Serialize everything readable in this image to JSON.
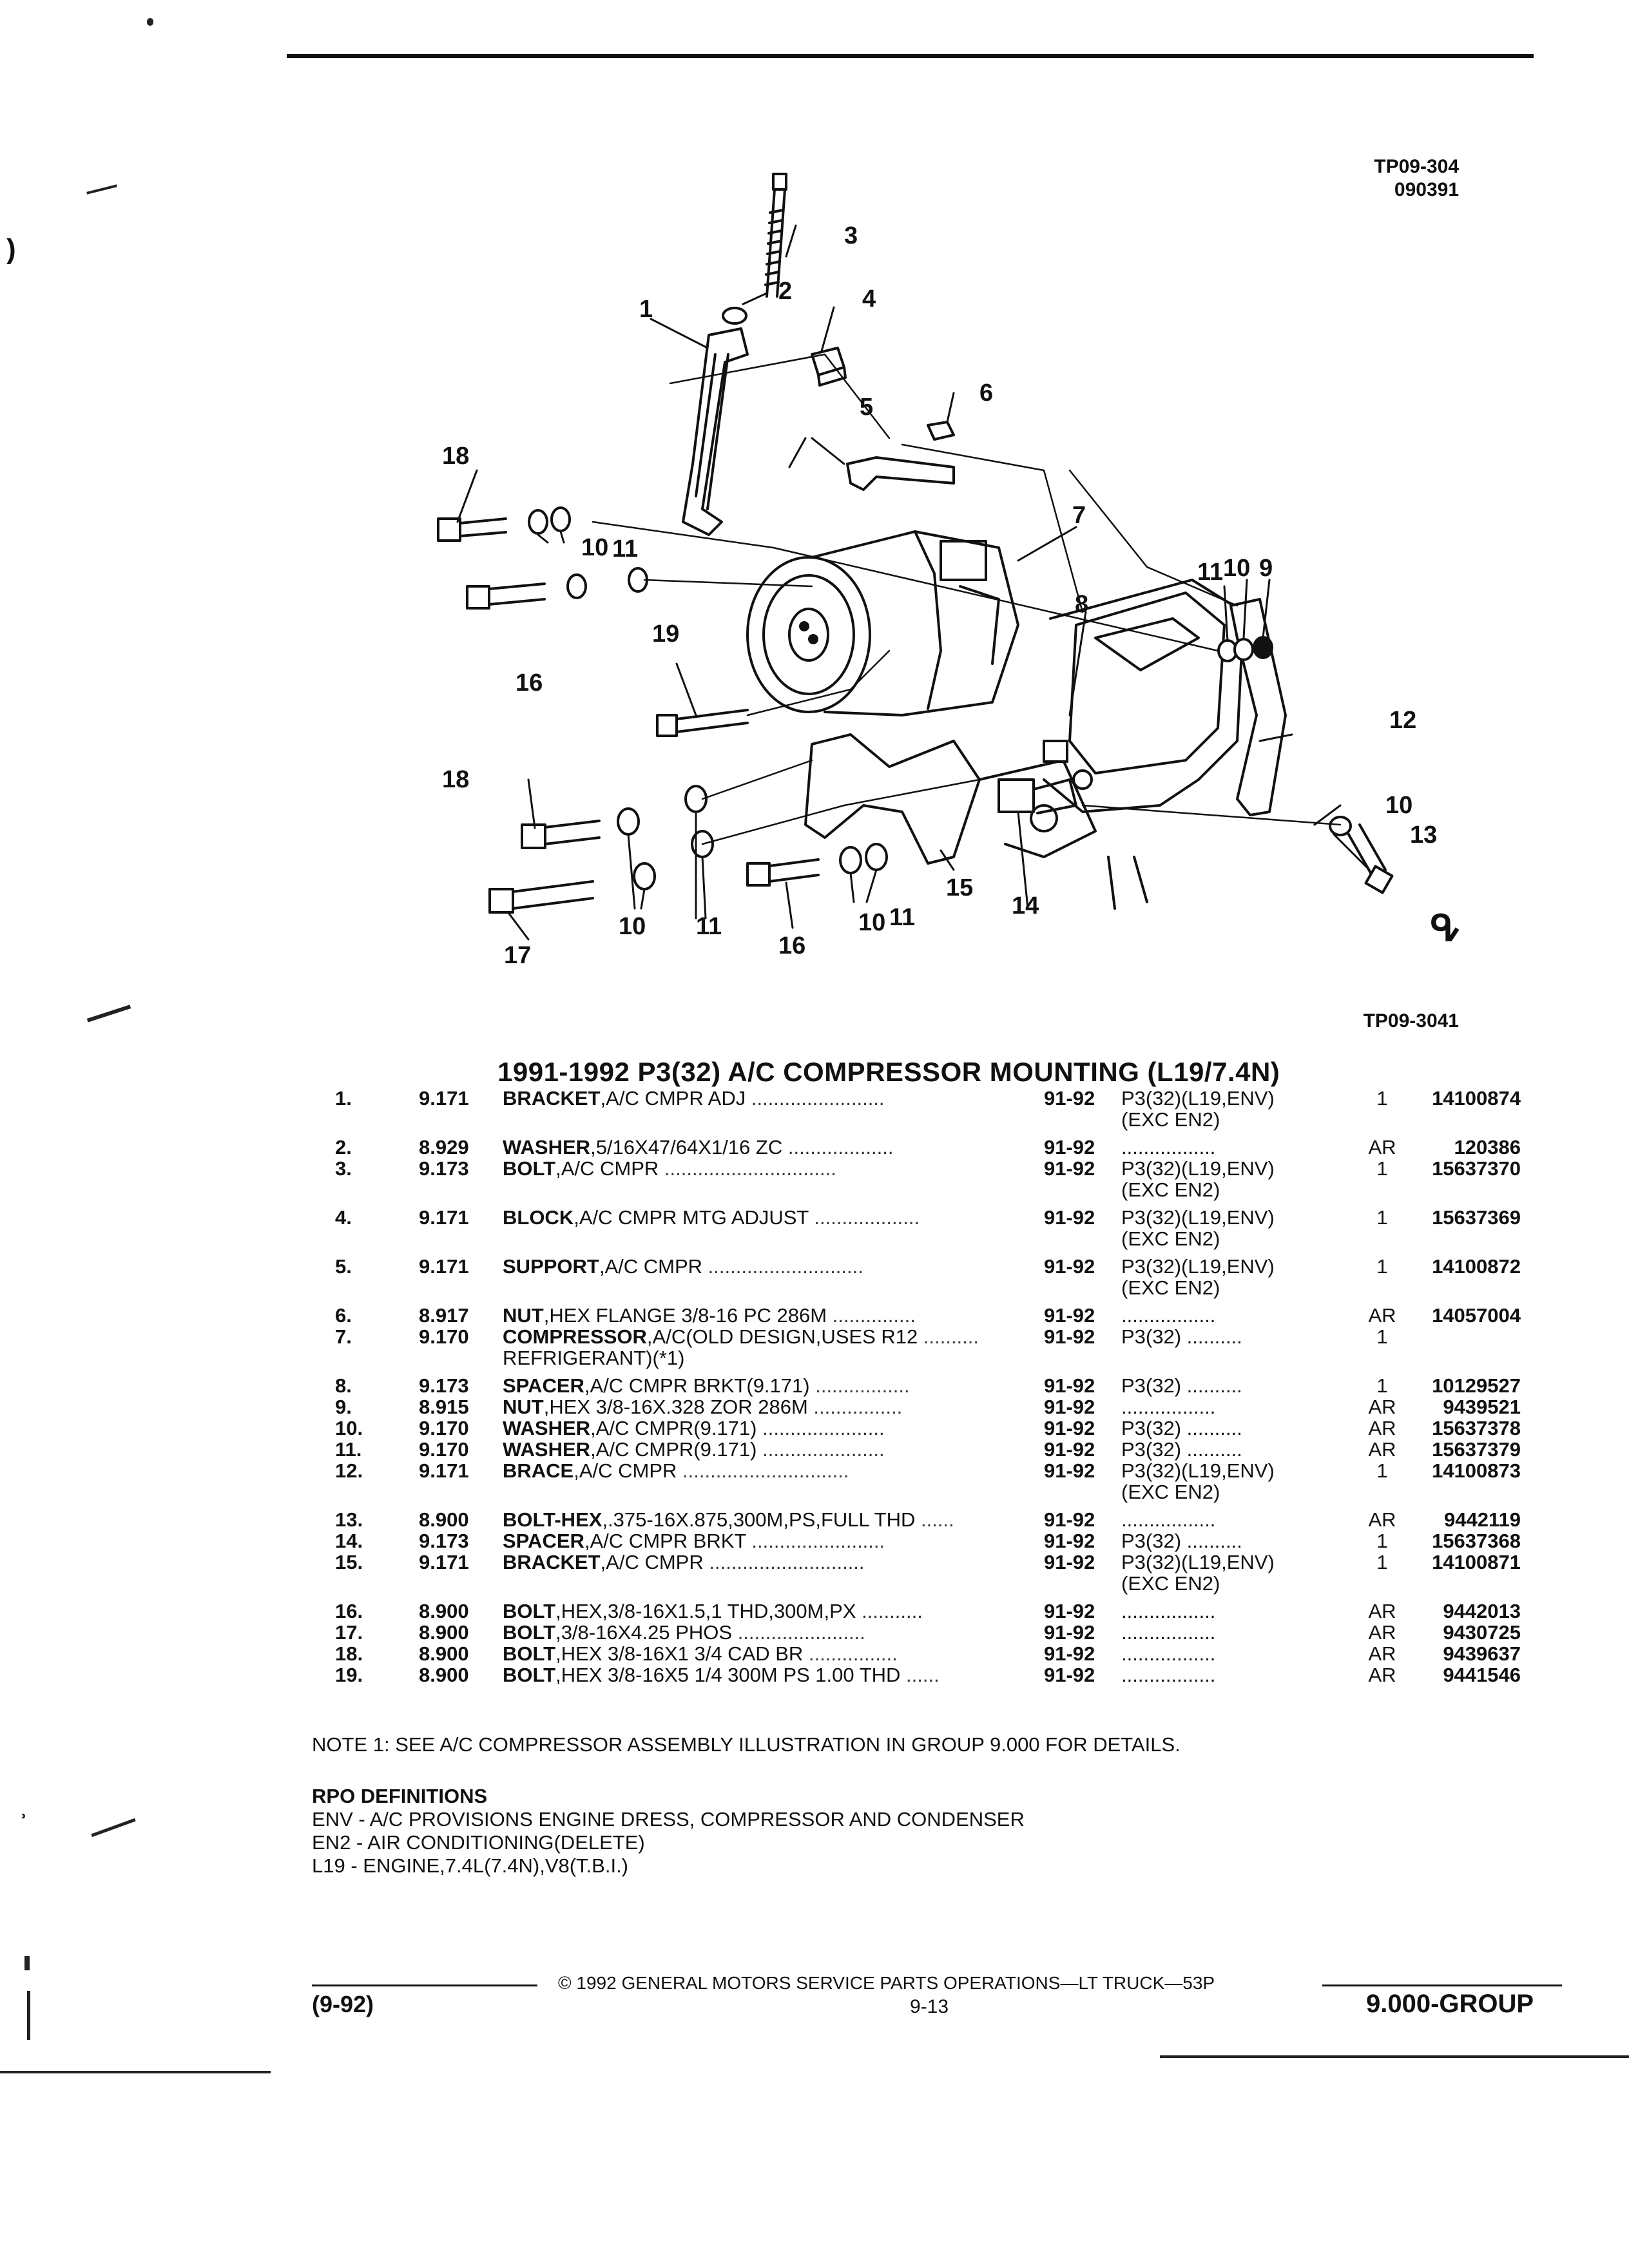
{
  "header": {
    "ref_code_top": "TP09-304",
    "ref_date_top": "090391",
    "ref_code_bottom": "TP09-3041"
  },
  "diagram": {
    "callouts": [
      "1",
      "2",
      "3",
      "4",
      "5",
      "6",
      "7",
      "8",
      "9",
      "10",
      "11",
      "12",
      "13",
      "14",
      "15",
      "16",
      "17",
      "18",
      "19"
    ],
    "corner_mark": "ᕴ"
  },
  "section": {
    "title": "1991-1992 P3(32) A/C COMPRESSOR MOUNTING (L19/7.4N)"
  },
  "parts": [
    {
      "item": "1.",
      "group": "9.171",
      "name": "BRACKET",
      "desc": ",A/C CMPR ADJ",
      "years": "91-92",
      "app": "P3(32)(L19,ENV)",
      "app2": "(EXC EN2)",
      "qty": "1",
      "pn": "14100874"
    },
    {
      "item": "2.",
      "group": "8.929",
      "name": "WASHER",
      "desc": ",5/16X47/64X1/16 ZC",
      "years": "91-92",
      "app": "",
      "app2": "",
      "qty": "AR",
      "pn": "120386"
    },
    {
      "item": "3.",
      "group": "9.173",
      "name": "BOLT",
      "desc": ",A/C CMPR",
      "years": "91-92",
      "app": "P3(32)(L19,ENV)",
      "app2": "(EXC EN2)",
      "qty": "1",
      "pn": "15637370"
    },
    {
      "item": "4.",
      "group": "9.171",
      "name": "BLOCK",
      "desc": ",A/C CMPR MTG ADJUST",
      "years": "91-92",
      "app": "P3(32)(L19,ENV)",
      "app2": "(EXC EN2)",
      "qty": "1",
      "pn": "15637369"
    },
    {
      "item": "5.",
      "group": "9.171",
      "name": "SUPPORT",
      "desc": ",A/C CMPR",
      "years": "91-92",
      "app": "P3(32)(L19,ENV)",
      "app2": "(EXC EN2)",
      "qty": "1",
      "pn": "14100872"
    },
    {
      "item": "6.",
      "group": "8.917",
      "name": "NUT",
      "desc": ",HEX FLANGE 3/8-16 PC 286M",
      "years": "91-92",
      "app": "",
      "app2": "",
      "qty": "AR",
      "pn": "14057004"
    },
    {
      "item": "7.",
      "group": "9.170",
      "name": "COMPRESSOR",
      "desc": ",A/C(OLD DESIGN,USES R12",
      "desc2": "REFRIGERANT)(*1)",
      "years": "91-92",
      "app": "P3(32)",
      "app2": "",
      "qty": "1",
      "pn": ""
    },
    {
      "item": "8.",
      "group": "9.173",
      "name": "SPACER",
      "desc": ",A/C CMPR BRKT(9.171)",
      "years": "91-92",
      "app": "P3(32)",
      "app2": "",
      "qty": "1",
      "pn": "10129527"
    },
    {
      "item": "9.",
      "group": "8.915",
      "name": "NUT",
      "desc": ",HEX 3/8-16X.328 ZOR 286M",
      "years": "91-92",
      "app": "",
      "app2": "",
      "qty": "AR",
      "pn": "9439521"
    },
    {
      "item": "10.",
      "group": "9.170",
      "name": "WASHER",
      "desc": ",A/C CMPR(9.171)",
      "years": "91-92",
      "app": "P3(32)",
      "app2": "",
      "qty": "AR",
      "pn": "15637378"
    },
    {
      "item": "11.",
      "group": "9.170",
      "name": "WASHER",
      "desc": ",A/C CMPR(9.171)",
      "years": "91-92",
      "app": "P3(32)",
      "app2": "",
      "qty": "AR",
      "pn": "15637379"
    },
    {
      "item": "12.",
      "group": "9.171",
      "name": "BRACE",
      "desc": ",A/C CMPR",
      "years": "91-92",
      "app": "P3(32)(L19,ENV)",
      "app2": "(EXC EN2)",
      "qty": "1",
      "pn": "14100873"
    },
    {
      "item": "13.",
      "group": "8.900",
      "name": "BOLT-HEX",
      "desc": ",.375-16X.875,300M,PS,FULL THD",
      "years": "91-92",
      "app": "",
      "app2": "",
      "qty": "AR",
      "pn": "9442119"
    },
    {
      "item": "14.",
      "group": "9.173",
      "name": "SPACER",
      "desc": ",A/C CMPR BRKT",
      "years": "91-92",
      "app": "P3(32)",
      "app2": "",
      "qty": "1",
      "pn": "15637368"
    },
    {
      "item": "15.",
      "group": "9.171",
      "name": "BRACKET",
      "desc": ",A/C CMPR",
      "years": "91-92",
      "app": "P3(32)(L19,ENV)",
      "app2": "(EXC EN2)",
      "qty": "1",
      "pn": "14100871"
    },
    {
      "item": "16.",
      "group": "8.900",
      "name": "BOLT",
      "desc": ",HEX,3/8-16X1.5,1 THD,300M,PX",
      "years": "91-92",
      "app": "",
      "app2": "",
      "qty": "AR",
      "pn": "9442013"
    },
    {
      "item": "17.",
      "group": "8.900",
      "name": "BOLT",
      "desc": ",3/8-16X4.25 PHOS",
      "years": "91-92",
      "app": "",
      "app2": "",
      "qty": "AR",
      "pn": "9430725"
    },
    {
      "item": "18.",
      "group": "8.900",
      "name": "BOLT",
      "desc": ",HEX 3/8-16X1 3/4 CAD BR",
      "years": "91-92",
      "app": "",
      "app2": "",
      "qty": "AR",
      "pn": "9439637"
    },
    {
      "item": "19.",
      "group": "8.900",
      "name": "BOLT",
      "desc": ",HEX 3/8-16X5 1/4 300M PS 1.00 THD",
      "years": "91-92",
      "app": "",
      "app2": "",
      "qty": "AR",
      "pn": "9441546"
    }
  ],
  "notes": {
    "note1": "NOTE  1:  SEE A/C COMPRESSOR ASSEMBLY ILLUSTRATION IN GROUP 9.000 FOR DETAILS."
  },
  "rpo": {
    "heading": "RPO DEFINITIONS",
    "lines": [
      "ENV - A/C PROVISIONS ENGINE DRESS, COMPRESSOR AND CONDENSER",
      "EN2 - AIR CONDITIONING(DELETE)",
      "L19 - ENGINE,7.4L(7.4N),V8(T.B.I.)"
    ]
  },
  "footer": {
    "copyright": "©  1992  GENERAL MOTORS SERVICE PARTS OPERATIONS—LT TRUCK—53P",
    "page": "9-13",
    "date": "(9-92)",
    "group": "9.000-GROUP"
  }
}
